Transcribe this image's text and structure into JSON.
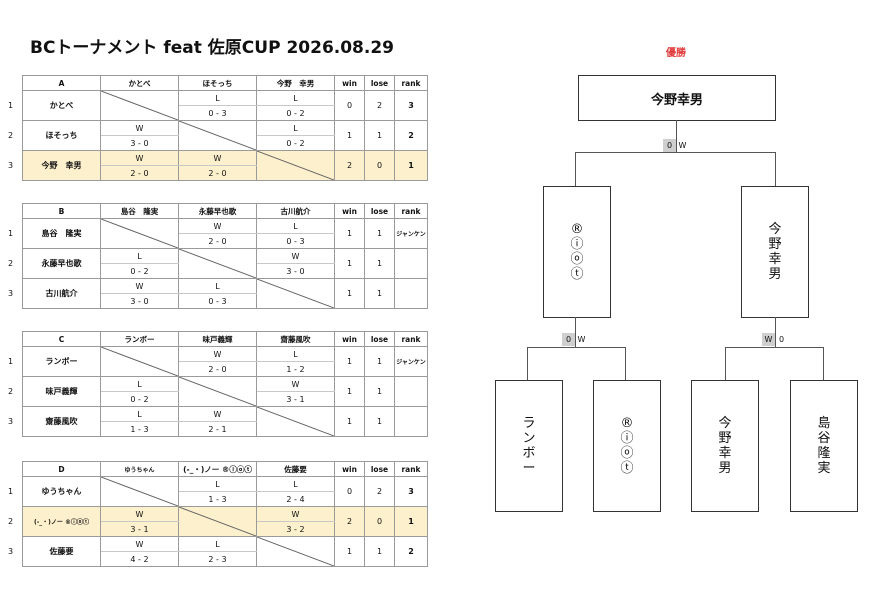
{
  "title": "BCトーナメント feat 佐原CUP 2026.08.29",
  "winner_label": "優勝",
  "groups": [
    {
      "letter": "A",
      "headers": [
        "かとべ",
        "ほそっち",
        "今野　幸男",
        "win",
        "lose",
        "rank"
      ],
      "rows": [
        {
          "idx": "1",
          "name": "かとべ",
          "cells": [
            null,
            {
              "r": "L",
              "s": "0 - 3"
            },
            {
              "r": "L",
              "s": "0 - 2"
            }
          ],
          "win": "0",
          "lose": "2",
          "rank": "3"
        },
        {
          "idx": "2",
          "name": "ほそっち",
          "cells": [
            {
              "r": "W",
              "s": "3 - 0"
            },
            null,
            {
              "r": "L",
              "s": "0 - 2"
            }
          ],
          "win": "1",
          "lose": "1",
          "rank": "2"
        },
        {
          "idx": "3",
          "name": "今野　幸男",
          "cells": [
            {
              "r": "W",
              "s": "2 - 0"
            },
            {
              "r": "W",
              "s": "2 - 0"
            },
            null
          ],
          "win": "2",
          "lose": "0",
          "rank": "1"
        }
      ]
    },
    {
      "letter": "B",
      "headers": [
        "島谷　隆実",
        "永藤早也歌",
        "古川航介",
        "win",
        "lose",
        "rank"
      ],
      "rows": [
        {
          "idx": "1",
          "name": "島谷　隆実",
          "cells": [
            null,
            {
              "r": "W",
              "s": "2 - 0"
            },
            {
              "r": "L",
              "s": "0 - 3"
            }
          ],
          "win": "1",
          "lose": "1",
          "rank": "ジャンケン"
        },
        {
          "idx": "2",
          "name": "永藤早也歌",
          "cells": [
            {
              "r": "L",
              "s": "0 - 2"
            },
            null,
            {
              "r": "W",
              "s": "3 - 0"
            }
          ],
          "win": "1",
          "lose": "1",
          "rank": ""
        },
        {
          "idx": "3",
          "name": "古川航介",
          "cells": [
            {
              "r": "W",
              "s": "3 - 0"
            },
            {
              "r": "L",
              "s": "0 - 3"
            },
            null
          ],
          "win": "1",
          "lose": "1",
          "rank": ""
        }
      ]
    },
    {
      "letter": "C",
      "headers": [
        "ランボー",
        "味戸義輝",
        "齋藤風吹",
        "win",
        "lose",
        "rank"
      ],
      "rows": [
        {
          "idx": "1",
          "name": "ランボー",
          "cells": [
            null,
            {
              "r": "W",
              "s": "2 - 0"
            },
            {
              "r": "L",
              "s": "1 - 2"
            }
          ],
          "win": "1",
          "lose": "1",
          "rank": "ジャンケン"
        },
        {
          "idx": "2",
          "name": "味戸義輝",
          "cells": [
            {
              "r": "L",
              "s": "0 - 2"
            },
            null,
            {
              "r": "W",
              "s": "3 - 1"
            }
          ],
          "win": "1",
          "lose": "1",
          "rank": ""
        },
        {
          "idx": "3",
          "name": "齋藤風吹",
          "cells": [
            {
              "r": "L",
              "s": "1 - 3"
            },
            {
              "r": "W",
              "s": "2 - 1"
            },
            null
          ],
          "win": "1",
          "lose": "1",
          "rank": ""
        }
      ]
    },
    {
      "letter": "D",
      "headers": [
        "ゆうちゃん",
        "(-_・)ノー ®ⓘⓞⓣ",
        "佐藤要",
        "win",
        "lose",
        "rank"
      ],
      "rows": [
        {
          "idx": "1",
          "name": "ゆうちゃん",
          "cells": [
            null,
            {
              "r": "L",
              "s": "1 - 3"
            },
            {
              "r": "L",
              "s": "2 - 4"
            }
          ],
          "win": "0",
          "lose": "2",
          "rank": "3"
        },
        {
          "idx": "2",
          "name": "(-_・)ノー ®ⓘⓞⓣ",
          "cells": [
            {
              "r": "W",
              "s": "3 - 1"
            },
            null,
            {
              "r": "W",
              "s": "3 - 2"
            }
          ],
          "win": "2",
          "lose": "0",
          "rank": "1"
        },
        {
          "idx": "3",
          "name": "佐藤要",
          "cells": [
            {
              "r": "W",
              "s": "4 - 2"
            },
            {
              "r": "L",
              "s": "2 - 3"
            },
            null
          ],
          "win": "1",
          "lose": "1",
          "rank": "2"
        }
      ]
    }
  ],
  "bracket": {
    "champion": "今野幸男",
    "final": {
      "left": "®ⓘⓞⓣ",
      "right": "今野幸男",
      "left_score": "0",
      "right_score": "W"
    },
    "semi_left": {
      "top": "ランボー",
      "bottom": "®ⓘⓞⓣ",
      "left_score": "0",
      "right_score": "W"
    },
    "semi_right": {
      "top": "今野幸男",
      "bottom": "島谷隆実",
      "left_score": "W",
      "right_score": "0"
    }
  },
  "colors": {
    "highlight": "#fdf0cd",
    "winner_label": "#e23b3b",
    "score_shade": "#cfcfcf"
  }
}
